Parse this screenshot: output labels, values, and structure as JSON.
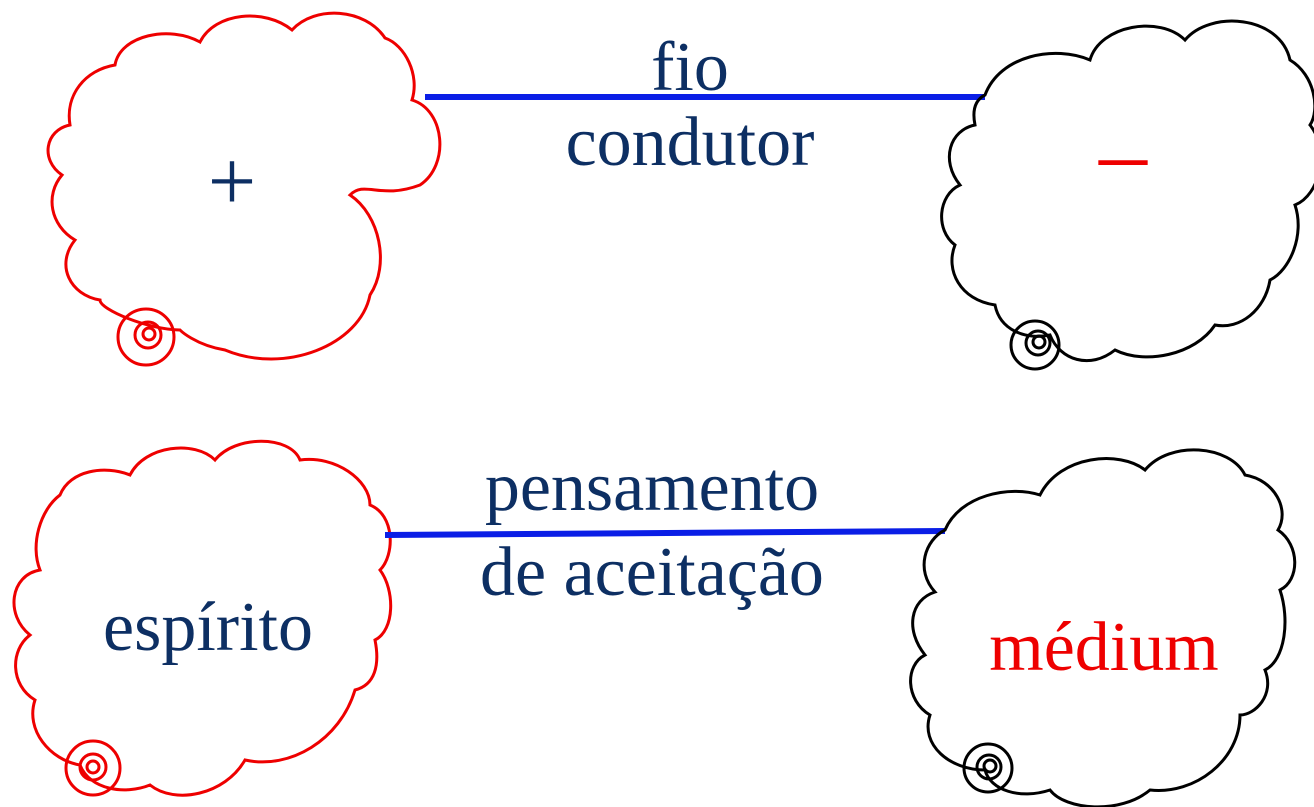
{
  "colors": {
    "red": "#ee0000",
    "black": "#000000",
    "navy": "#0d2f63",
    "blue": "#0a1ee6"
  },
  "top_row": {
    "left_cloud": {
      "label": "+",
      "outline": "red"
    },
    "link": {
      "line1": "fio",
      "line2": "condutor"
    },
    "right_cloud": {
      "label": "–",
      "outline": "black"
    }
  },
  "bottom_row": {
    "left_cloud": {
      "label": "espírito",
      "outline": "red"
    },
    "link": {
      "line1": "pensamento",
      "line2": "de aceitação"
    },
    "right_cloud": {
      "label": "médium",
      "outline": "black"
    }
  }
}
